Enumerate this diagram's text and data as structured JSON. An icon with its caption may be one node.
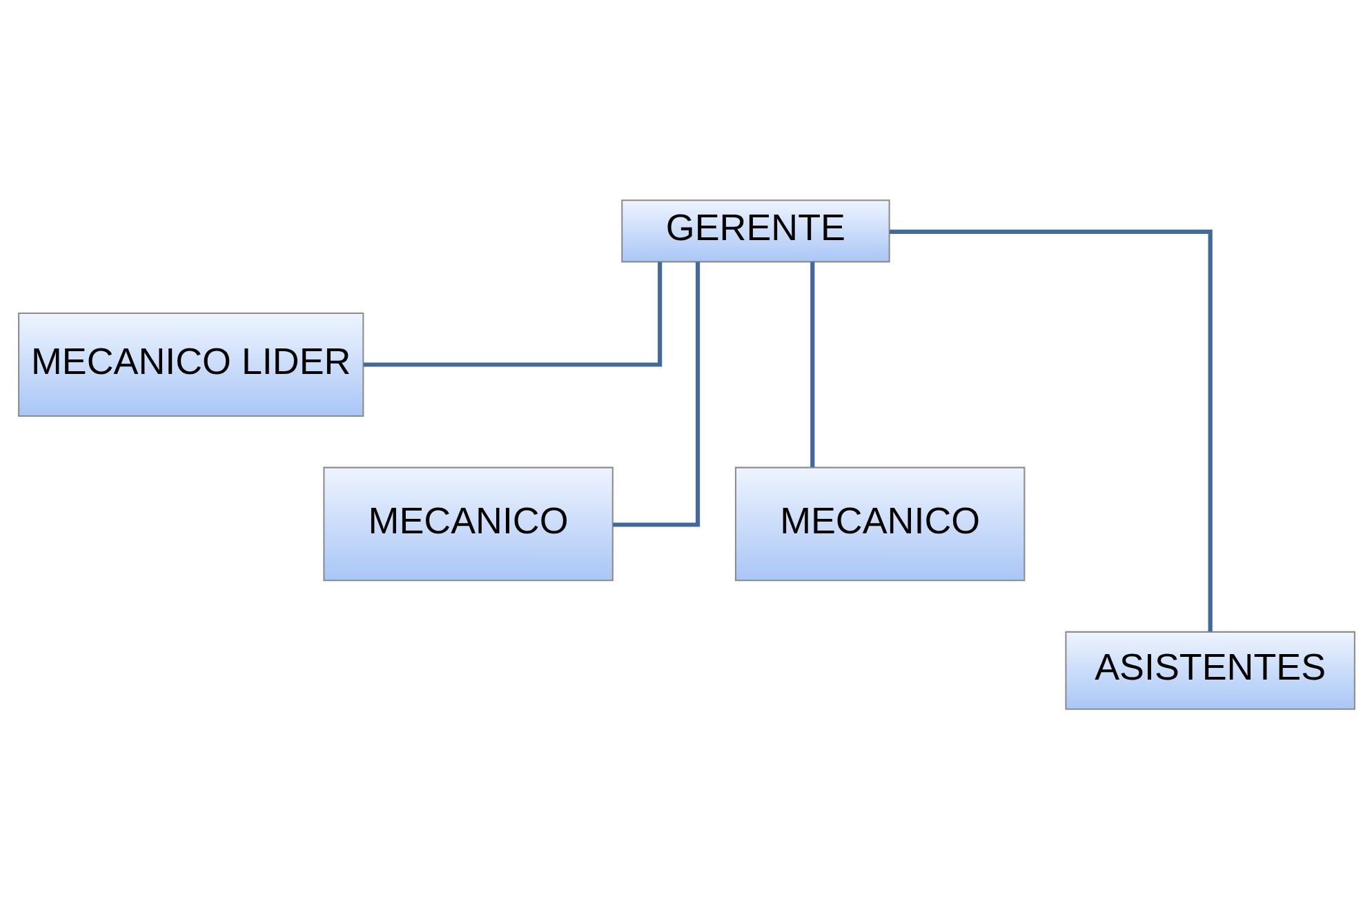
{
  "diagram": {
    "nodes": [
      {
        "text": [
          "GERENTE"
        ]
      },
      {
        "text": [
          "MECANICO LIDER"
        ]
      },
      {
        "text": [
          "MECANICO"
        ]
      },
      {
        "text": [
          "MECANICO"
        ]
      },
      {
        "text": [
          "ASISTENTES"
        ]
      }
    ],
    "edges": [
      {
        "from": 0,
        "to": 1,
        "arrow": "none"
      },
      {
        "from": 0,
        "to": 2,
        "arrow": "none"
      },
      {
        "from": 0,
        "to": 3,
        "arrow": "none"
      },
      {
        "from": 0,
        "to": 4,
        "arrow": "none"
      }
    ]
  }
}
